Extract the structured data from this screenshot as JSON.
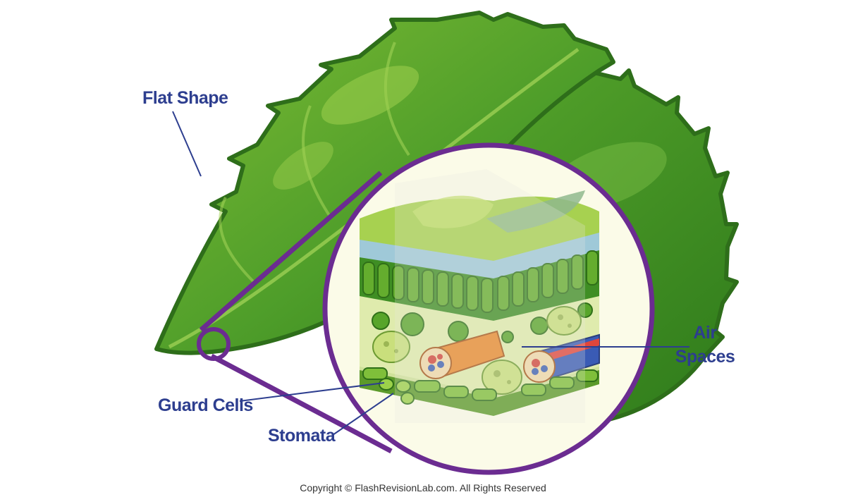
{
  "labels": {
    "flat_shape": "Flat Shape",
    "guard_cells": "Guard Cells",
    "stomata": "Stomata",
    "air_spaces_line1": "Air",
    "air_spaces_line2": "Spaces"
  },
  "footer": {
    "copyright": "Copyright © FlashRevisionLab.com. All Rights Reserved"
  },
  "colors": {
    "leaf_dark": "#3d8a22",
    "leaf_mid": "#5aa530",
    "leaf_light": "#8ec63f",
    "magnifier_ring": "#6b2c91",
    "label_text": "#2d3e8f",
    "pointer_line": "#2d3e8f"
  }
}
